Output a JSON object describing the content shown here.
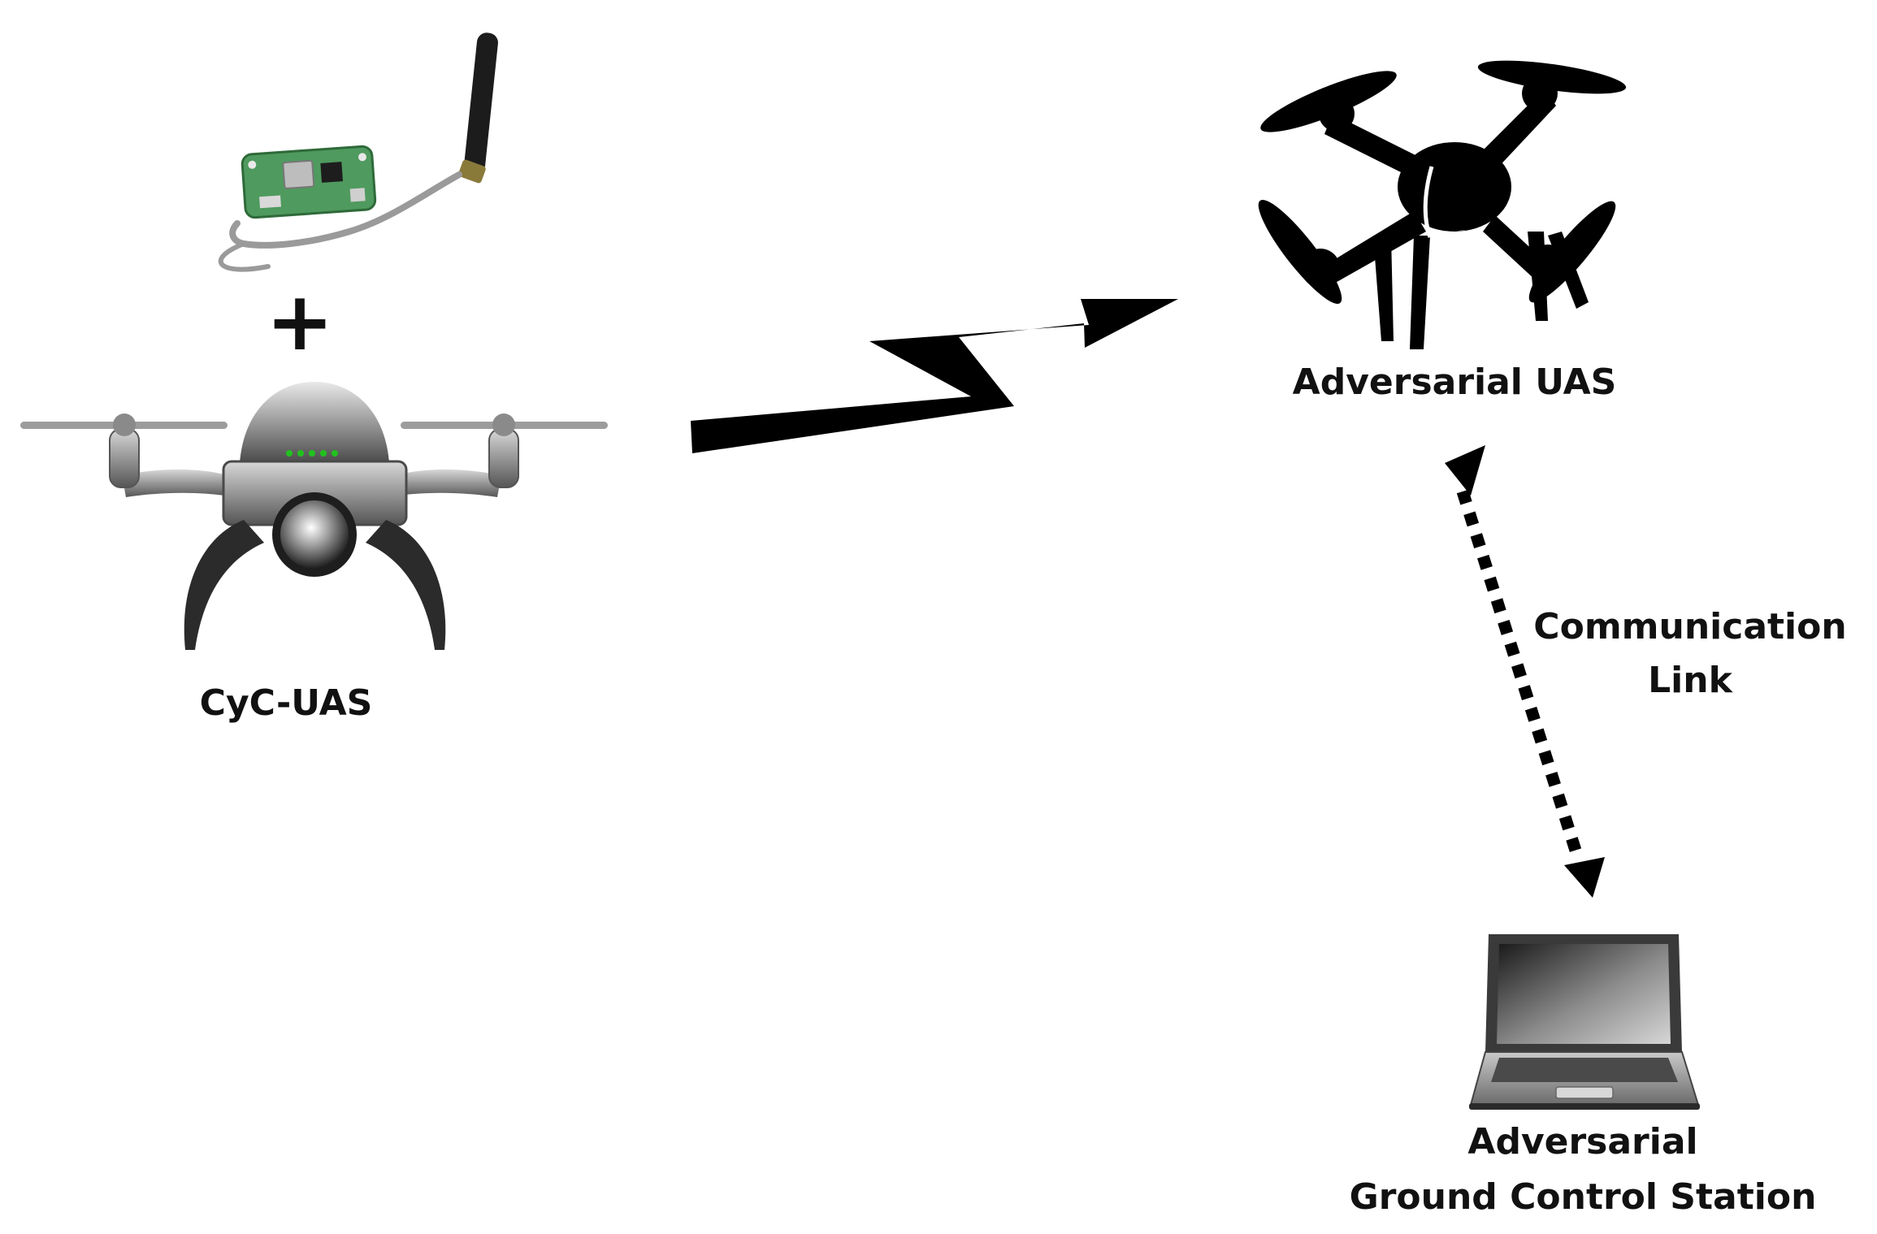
{
  "labels": {
    "cyc_uas": "CyC-UAS",
    "plus_sign": "+",
    "adversarial_uas": "Adversarial UAS",
    "communication_link_line1": "Communication",
    "communication_link_line2": "Link",
    "ground_station_line1": "Adversarial",
    "ground_station_line2": "Ground Control Station"
  },
  "colors": {
    "adversarial_drone": "#000000",
    "cyc_drone_body": "#8a8a8a",
    "cyc_drone_dark": "#2b2b2b",
    "status_leds": "#22c21e",
    "radio_board": "#4f9a5e",
    "link_arrow": "#000000",
    "laptop_body": "#3a3a3a"
  },
  "icons": {
    "cyc_drone": "camera-quadcopter-icon",
    "radio_module": "radio-board-with-antenna-icon",
    "adversarial_drone": "quadcopter-silhouette-icon",
    "attack_link": "lightning-bolt-arrow-icon",
    "communication_link": "dotted-double-arrow-icon",
    "ground_station": "laptop-icon"
  }
}
